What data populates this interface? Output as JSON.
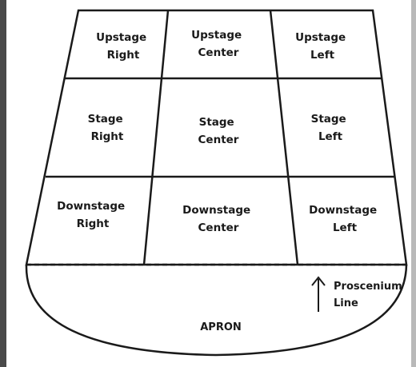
{
  "cells": {
    "upstage_right": [
      "Upstage",
      "Right"
    ],
    "upstage_center": [
      "Upstage",
      "Center"
    ],
    "upstage_left": [
      "Upstage",
      "Left"
    ],
    "stage_right": [
      "Stage",
      "Right"
    ],
    "stage_center": [
      "Stage",
      "Center"
    ],
    "stage_left": [
      "Stage",
      "Left"
    ],
    "downstage_right": [
      "Downstage",
      "Right"
    ],
    "downstage_center": [
      "Downstage",
      "Center"
    ],
    "downstage_left": [
      "Downstage",
      "Left"
    ]
  },
  "proscenium_label": [
    "Proscenium",
    "Line"
  ],
  "apron_label": "APRON",
  "colors": {
    "line": "#1a1a1a",
    "background": "#ffffff",
    "left_edge_strip": "#4a4a4a",
    "right_edge_strip": "#8a8a8a"
  }
}
